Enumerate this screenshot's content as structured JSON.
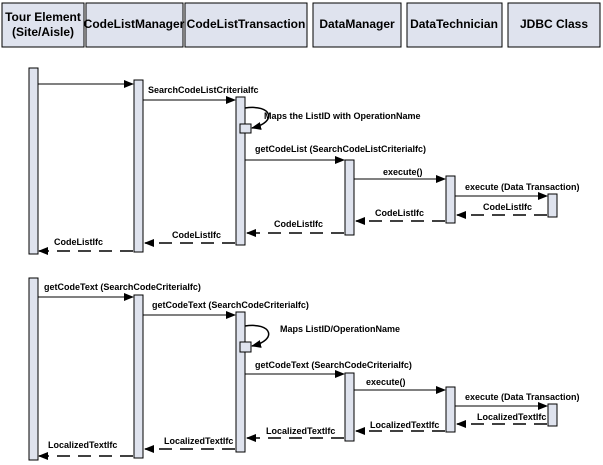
{
  "colors": {
    "background": "#ffffff",
    "header_fill": "#dfe3ee",
    "activation_fill": "#dfe3ee",
    "stroke": "#000000"
  },
  "lifelines": [
    {
      "line1": "Tour Element",
      "line2": "(Site/Aisle)"
    },
    {
      "line1": "CodeListManager",
      "line2": ""
    },
    {
      "line1": "CodeListTransaction",
      "line2": ""
    },
    {
      "line1": "DataManager",
      "line2": ""
    },
    {
      "line1": "DataTechnician",
      "line2": ""
    },
    {
      "line1": "JDBC Class",
      "line2": ""
    }
  ],
  "sequence1": {
    "self_note": "Maps the ListID with OperationName",
    "messages": [
      "SearchCodeListCriteriaIfc",
      "getCodeList (SearchCodeListCriteriaIfc)",
      "execute()",
      "execute (Data Transaction)"
    ],
    "returns": [
      "CodeListIfc",
      "CodeListIfc",
      "CodeListIfc",
      "CodeListIfc"
    ]
  },
  "sequence2": {
    "self_note": "Maps ListID/OperationName",
    "messages": [
      "getCodeText (SearchCodeCriteriaIfc)",
      "getCodeText (SearchCodeCriteriaIfc)",
      "getCodeText (SearchCodeCriteriaIfc)",
      "execute()",
      "execute (Data Transaction)"
    ],
    "returns": [
      "LocalizedTextIfc",
      "LocalizedTextIfc",
      "LocalizedTextIfc",
      "LocalizedTextIfc",
      "LocalizedTextIfc"
    ]
  }
}
